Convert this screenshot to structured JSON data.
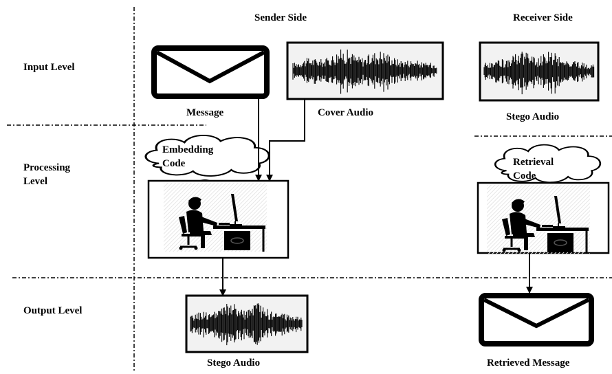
{
  "headers": {
    "sender_side": "Sender Side",
    "receiver_side": "Receiver Side"
  },
  "levels": {
    "input": "Input Level",
    "processing_line1": "Processing",
    "processing_line2": "Level",
    "output": "Output Level"
  },
  "sender": {
    "message_label": "Message",
    "cover_audio_label": "Cover Audio",
    "embedding_line1": "Embedding",
    "embedding_line2": "Code",
    "stego_audio_label": "Stego Audio"
  },
  "receiver": {
    "stego_audio_label": "Stego Audio",
    "retrieval_line1": "Retrieval",
    "retrieval_line2": "Code",
    "retrieved_message_label": "Retrieved Message"
  },
  "colors": {
    "ink": "#000000",
    "paper": "#ffffff",
    "waveform_bg": "#f2f2f2"
  },
  "icons": [
    "envelope-icon",
    "waveform-icon",
    "thought-cloud-icon",
    "person-at-computer-icon"
  ]
}
